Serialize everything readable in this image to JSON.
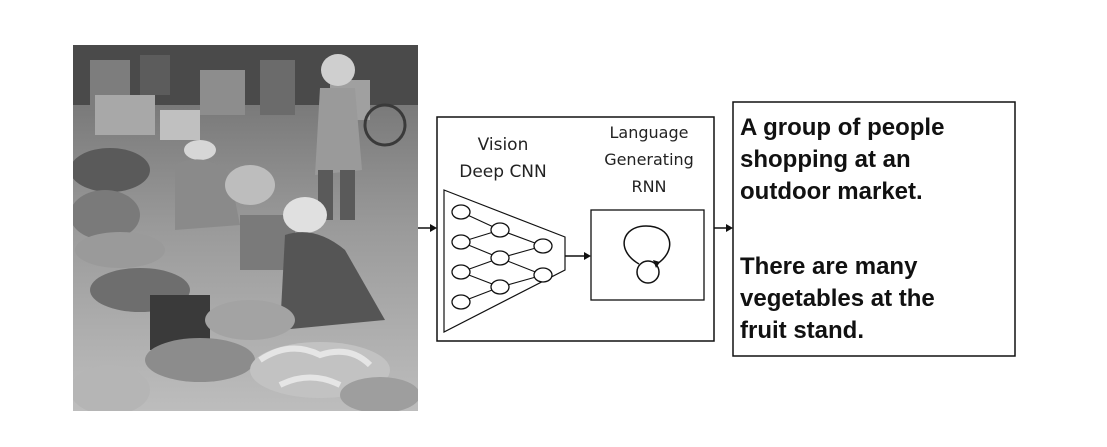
{
  "photo": {
    "subject": "outdoor-market-photo"
  },
  "cnn": {
    "line1": "Vision",
    "line2": "Deep CNN"
  },
  "rnn": {
    "line1": "Language",
    "line2": "Generating",
    "line3": "RNN"
  },
  "captions": {
    "first": [
      "A group of people",
      "shopping at an",
      "outdoor market."
    ],
    "second": [
      "There are many",
      "vegetables at the",
      "fruit stand."
    ]
  },
  "colors": {
    "ink": "#111111",
    "photo_dark": "#3a3a3a",
    "photo_light": "#b8b8b8"
  }
}
